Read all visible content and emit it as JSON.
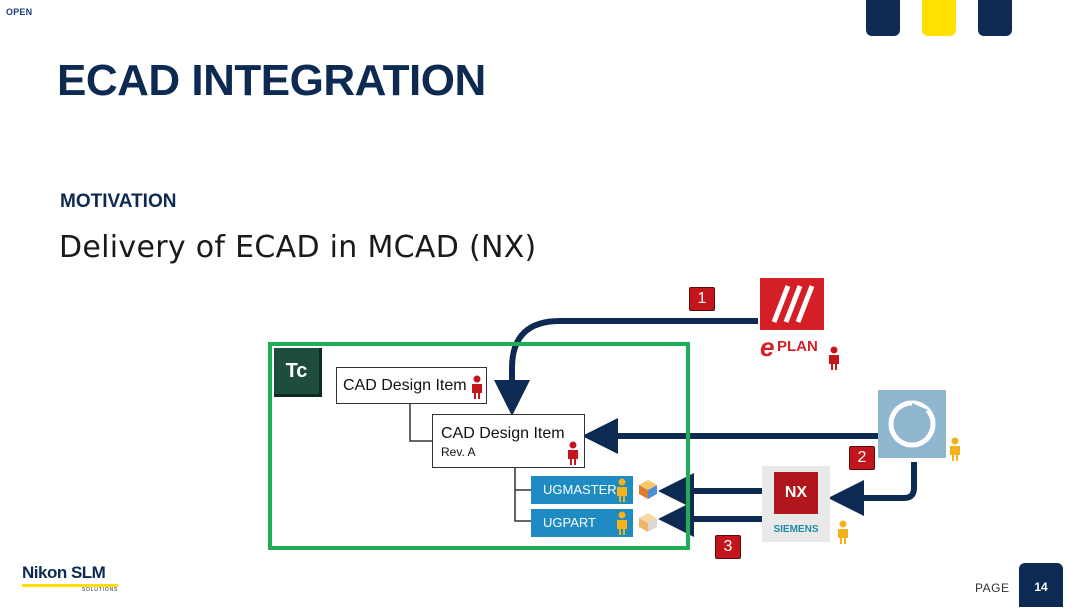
{
  "header": {
    "classification": "OPEN",
    "title": "ECAD INTEGRATION",
    "accent_colors": [
      "#0d2a52",
      "#ffe000",
      "#0d2a52"
    ]
  },
  "content": {
    "subheading": "MOTIVATION",
    "headline": "Delivery of ECAD in MCAD (NX)"
  },
  "diagram": {
    "tc_label": "Tc",
    "item_top": "CAD Design Item",
    "item_rev_name": "CAD Design Item",
    "item_rev": "Rev. A",
    "datasets": [
      "UGMASTER",
      "UGPART"
    ],
    "steps": [
      "1",
      "2",
      "3"
    ],
    "eplan_text": "PLAN",
    "eplan_e": "e",
    "nx_text": "NX",
    "nx_vendor": "SIEMENS"
  },
  "footer": {
    "logo_text": "Nikon SLM",
    "logo_sub": "SOLUTIONS",
    "page_label": "PAGE",
    "page_number": "14"
  }
}
